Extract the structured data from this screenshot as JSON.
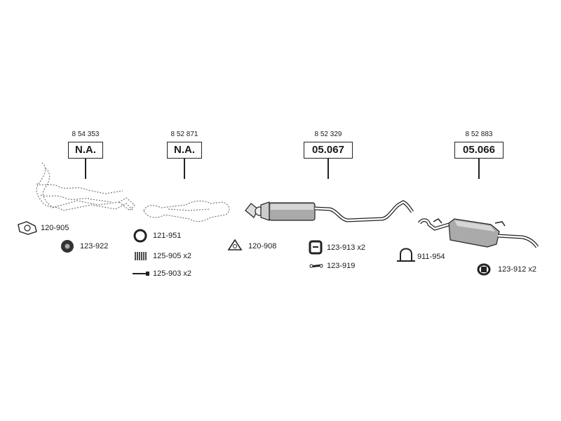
{
  "groups": [
    {
      "ref": "8 54 353",
      "code": "N.A."
    },
    {
      "ref": "8 52 871",
      "code": "N.A."
    },
    {
      "ref": "8 52 329",
      "code": "05.067"
    },
    {
      "ref": "8 52 883",
      "code": "05.066"
    }
  ],
  "parts": [
    {
      "label": "120-905",
      "icon": "gasket-icon"
    },
    {
      "label": "123-922",
      "icon": "rubber-ring-icon"
    },
    {
      "label": "121-951",
      "icon": "seal-ring-icon"
    },
    {
      "label": "125-905 x2",
      "icon": "spring-icon"
    },
    {
      "label": "125-903 x2",
      "icon": "bolt-icon"
    },
    {
      "label": "120-908",
      "icon": "triangle-gasket-icon"
    },
    {
      "label": "123-913 x2",
      "icon": "rubber-mount-icon"
    },
    {
      "label": "123-919",
      "icon": "bracket-icon"
    },
    {
      "label": "911-954",
      "icon": "clamp-icon"
    },
    {
      "label": "123-912 x2",
      "icon": "rubber-hanger-icon"
    }
  ]
}
